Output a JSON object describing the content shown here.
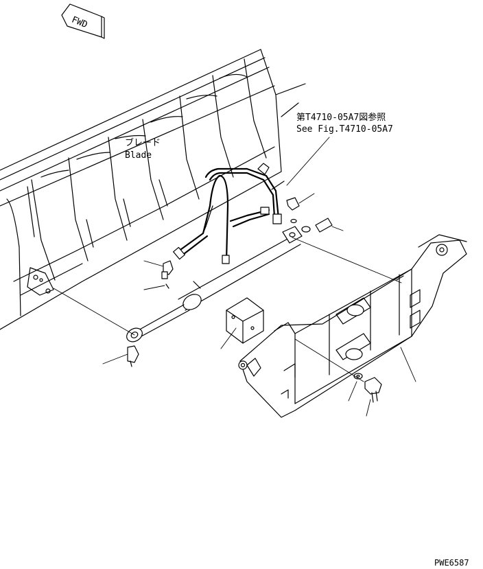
{
  "fwd_label": "FWD",
  "blade_label_jp": "ブレード",
  "blade_label_en": "Blade",
  "ref_label_jp": "第T4710-05A7図参照",
  "ref_label_en": "See Fig.T4710-05A7",
  "drawing_number": "PWE6587"
}
